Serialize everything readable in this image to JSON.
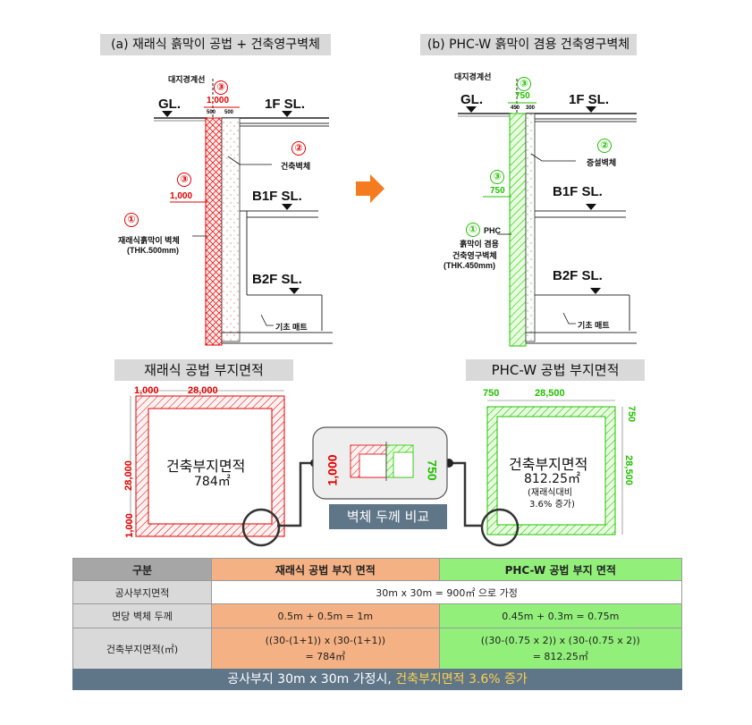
{
  "top": {
    "left_title": "(a) 재래식 흙막이 공법 + 건축영구벽체",
    "right_title": "(b) PHC-W  흙막이 겸용 건축영구벽체"
  },
  "left_section": {
    "boundary_label": "대지경계선",
    "dim_1000": "1,000",
    "dim_500a": "500",
    "dim_500b": "500",
    "circle_3": "③",
    "circle_2": "②",
    "circle_1": "①",
    "gl": "GL.",
    "sl_1f": "1F SL.",
    "sl_b1f": "B1F SL.",
    "sl_b2f": "B2F SL.",
    "building_wall": "건축벽체",
    "side_dim": "1,000",
    "wall_label_1": "재래식흙막이 벽체",
    "wall_label_2": "(THK.500mm)",
    "foundation": "기초 매트"
  },
  "right_section": {
    "boundary_label": "대지경계선",
    "dim_750": "750",
    "dim_450": "450",
    "dim_300": "300",
    "circle_3": "③",
    "circle_2": "②",
    "circle_1": "①",
    "gl": "GL.",
    "sl_1f": "1F SL.",
    "sl_b1f": "B1F SL.",
    "sl_b2f": "B2F SL.",
    "finish_wall": "증설벽체",
    "side_dim": "750",
    "wall_label_1": "PHC",
    "wall_label_2": "흙막이 겸용",
    "wall_label_3": "건축영구벽체",
    "wall_label_4": "(THK.450mm)",
    "foundation": "기초 매트"
  },
  "plans": {
    "left_title": "재래식 공법 부지면적",
    "right_title": "PHC-W 공법 부지면적",
    "left_top_a": "1,000",
    "left_top_b": "28,000",
    "left_side_a": "28,000",
    "left_side_b": "1,000",
    "left_area_label": "건축부지면적",
    "left_area_value": "784㎡",
    "right_top_a": "750",
    "right_top_b": "28,500",
    "right_side_a": "750",
    "right_side_b": "28,500",
    "right_area_label": "건축부지면적",
    "right_area_value": "812.25㎡",
    "right_note_1": "(재래식대비",
    "right_note_2": "3.6% 증가)",
    "center_dim_left": "1,000",
    "center_dim_right": "750",
    "center_caption": "벽체 두께 비교"
  },
  "table": {
    "headers": [
      "구분",
      "재래식 공법 부지 면적",
      "PHC-W 공법 부지 면적"
    ],
    "row1_label": "공사부지면적",
    "row1_value": "30m x 30m = 900㎡ 으로 가정",
    "row2_label": "면당 벽체 두께",
    "row2_left": "0.5m + 0.5m = 1m",
    "row2_right": "0.45m + 0.3m = 0.75m",
    "row3_label": "건축부지면적(㎡)",
    "row3_left_1": "((30-(1+1)) x (30-(1+1))",
    "row3_left_2": "= 784㎡",
    "row3_right_1": "((30-(0.75 x 2)) x (30-(0.75 x 2))",
    "row3_right_2": "= 812.25㎡"
  },
  "footer": {
    "text_main": "공사부지 30m x 30m  가정시,  ",
    "text_highlight": "건축부지면적 3.6% 증가"
  },
  "colors": {
    "red": "#e00000",
    "green": "#22c000",
    "orange_header": "#f4b183",
    "green_header": "#92f07a",
    "gray_header": "#a6a6a6",
    "footer_bg": "#5f7588",
    "arrow": "#f47b20"
  }
}
